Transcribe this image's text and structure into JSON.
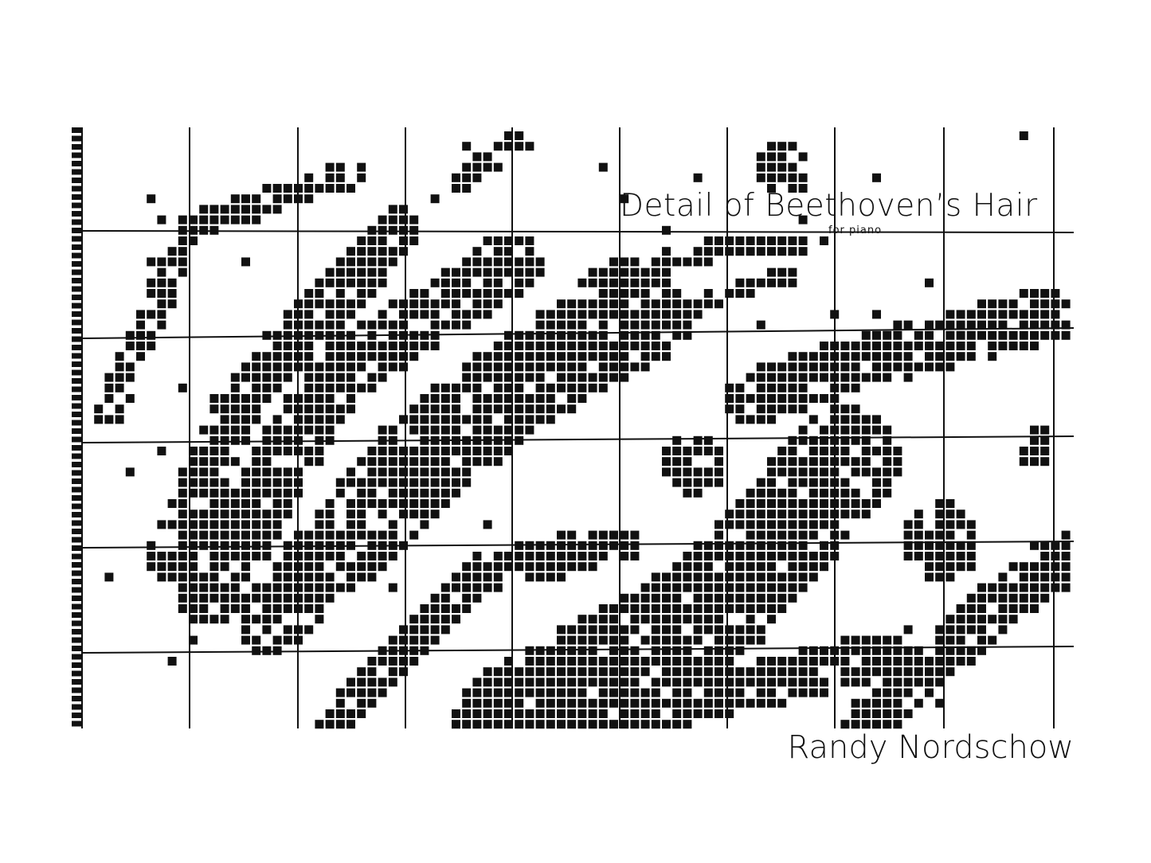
{
  "cover": {
    "title": "Detail of Beethoven’s Hair",
    "subtitle": "for piano",
    "composer": "Randy Nordschow"
  },
  "colors": {
    "ink": "#111111",
    "paper": "#ffffff"
  }
}
